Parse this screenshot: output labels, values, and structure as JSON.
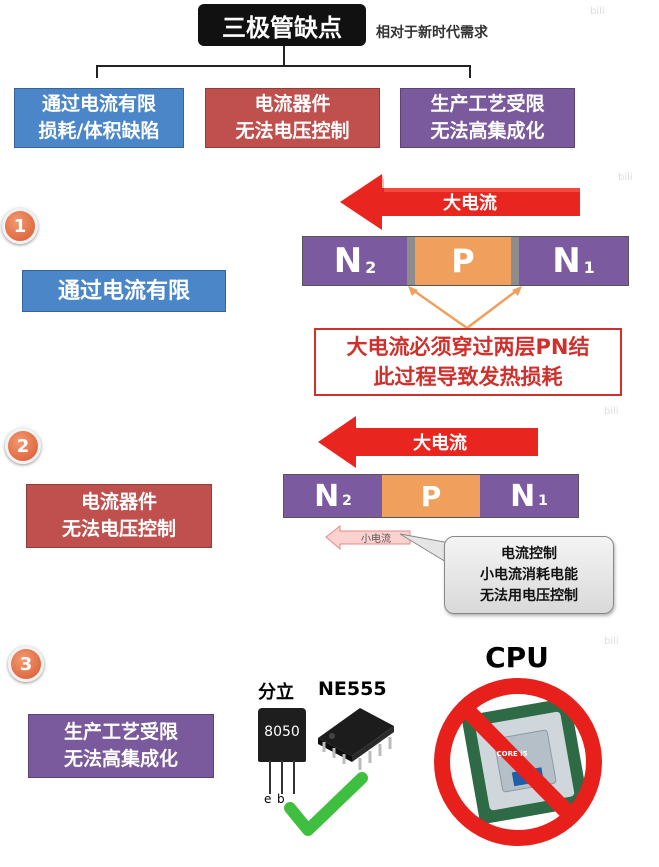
{
  "title": "三极管缺点",
  "subtitle": "相对于新时代需求",
  "categories": [
    {
      "line1": "通过电流有限",
      "line2": "损耗/体积缺陷",
      "color": "#4a86c8"
    },
    {
      "line1": "电流器件",
      "line2": "无法电压控制",
      "color": "#c0504d"
    },
    {
      "line1": "生产工艺受限",
      "line2": "无法高集成化",
      "color": "#7a5a9c"
    }
  ],
  "section1": {
    "number": "1",
    "label": "通过电流有限",
    "arrow_label": "大电流",
    "n2_main": "N",
    "n2_sub": "2",
    "p_label": "P",
    "n1_main": "N",
    "n1_sub": "1",
    "note_line1": "大电流必须穿过两层PN结",
    "note_line2": "此过程导致发热损耗"
  },
  "section2": {
    "number": "2",
    "label_line1": "电流器件",
    "label_line2": "无法电压控制",
    "arrow_label": "大电流",
    "n2_main": "N",
    "n2_sub": "2",
    "p_label": "P",
    "n1_main": "N",
    "n1_sub": "1",
    "small_arrow_label": "小电流",
    "callout_line1": "电流控制",
    "callout_line2": "小电流消耗电能",
    "callout_line3": "无法用电压控制"
  },
  "section3": {
    "number": "3",
    "label_line1": "生产工艺受限",
    "label_line2": "无法高集成化",
    "discrete_label": "分立",
    "chip_label": "NE555",
    "transistor_marking": "8050",
    "pin_e": "e",
    "pin_b": "b",
    "cpu_label": "CPU",
    "cpu_chip_text": "CORE i5"
  },
  "watermark": "bili"
}
